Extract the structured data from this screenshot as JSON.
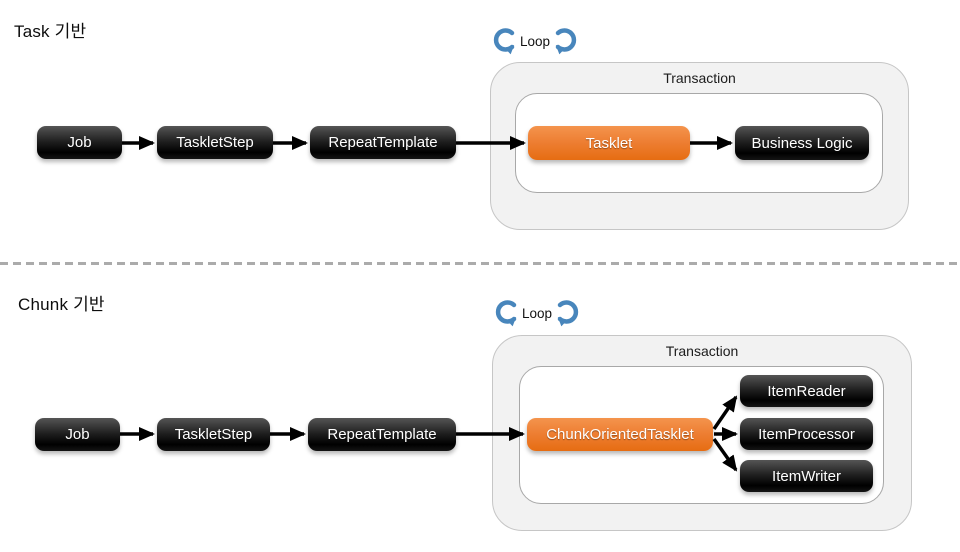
{
  "colors": {
    "node_orange": "#ED7D31",
    "node_black": "#111111",
    "loop_blue": "#4886BC",
    "container_fill": "#F2F2F2",
    "divider_gray": "#ABABAB"
  },
  "sections": [
    {
      "title": "Task 기반",
      "loop_label": "Loop",
      "transaction_label": "Transaction",
      "nodes": {
        "job": "Job",
        "tasklet_step": "TaskletStep",
        "repeat_template": "RepeatTemplate",
        "tasklet": "Tasklet",
        "business_logic": "Business Logic"
      }
    },
    {
      "title": "Chunk 기반",
      "loop_label": "Loop",
      "transaction_label": "Transaction",
      "nodes": {
        "job": "Job",
        "tasklet_step": "TaskletStep",
        "repeat_template": "RepeatTemplate",
        "chunk_oriented_tasklet": "ChunkOrientedTasklet",
        "item_reader": "ItemReader",
        "item_processor": "ItemProcessor",
        "item_writer": "ItemWriter"
      }
    }
  ]
}
